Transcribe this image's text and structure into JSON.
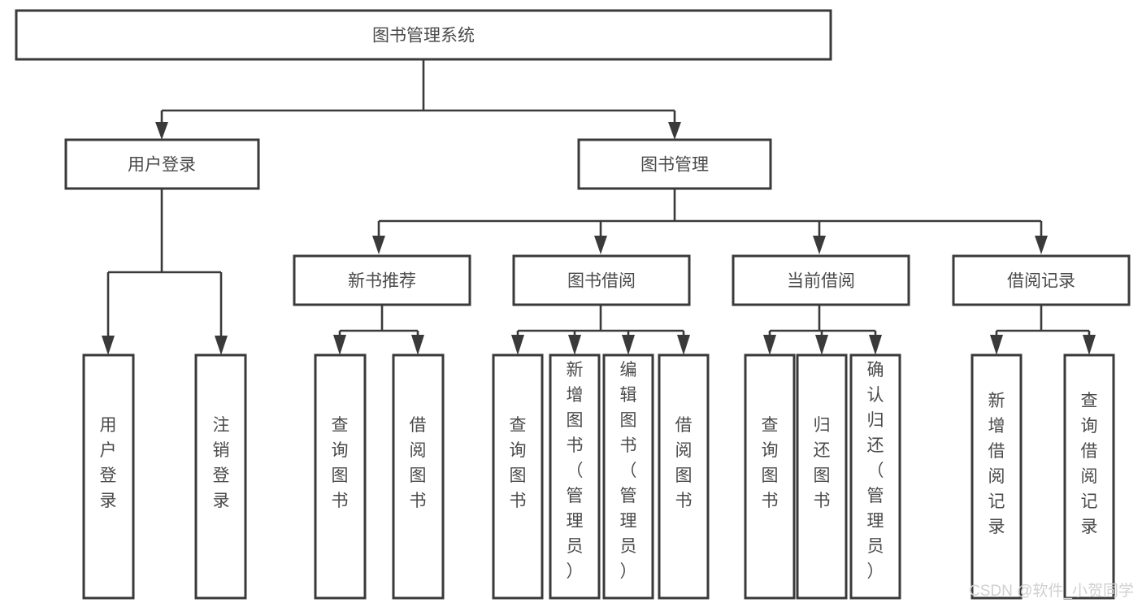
{
  "diagram": {
    "title": "图书管理系统",
    "type": "tree-hierarchy-diagram",
    "colors": {
      "box_stroke": "#3a3a3a",
      "box_fill": "#ffffff",
      "text": "#4a4a4a",
      "connector": "#3a3a3a",
      "watermark": "#d0d0d0",
      "background": "#ffffff"
    },
    "root": {
      "label": "图书管理系统"
    },
    "level1": [
      {
        "label": "用户登录"
      },
      {
        "label": "图书管理"
      }
    ],
    "level2": [
      {
        "label": "新书推荐"
      },
      {
        "label": "图书借阅"
      },
      {
        "label": "当前借阅"
      },
      {
        "label": "借阅记录"
      }
    ],
    "leaves": {
      "user_login": [
        {
          "label": "用户登录"
        },
        {
          "label": "注销登录"
        }
      ],
      "new_book_recommend": [
        {
          "label": "查询图书"
        },
        {
          "label": "借阅图书"
        }
      ],
      "book_borrow": [
        {
          "label": "查询图书"
        },
        {
          "label": "新增图书（管理员）"
        },
        {
          "label": "编辑图书（管理员）"
        },
        {
          "label": "借阅图书"
        }
      ],
      "current_borrow": [
        {
          "label": "查询图书"
        },
        {
          "label": "归还图书"
        },
        {
          "label": "确认归还（管理员）"
        }
      ],
      "borrow_record": [
        {
          "label": "新增借阅记录"
        },
        {
          "label": "查询借阅记录"
        }
      ]
    },
    "watermark": "CSDN @软件_小贺同学"
  }
}
